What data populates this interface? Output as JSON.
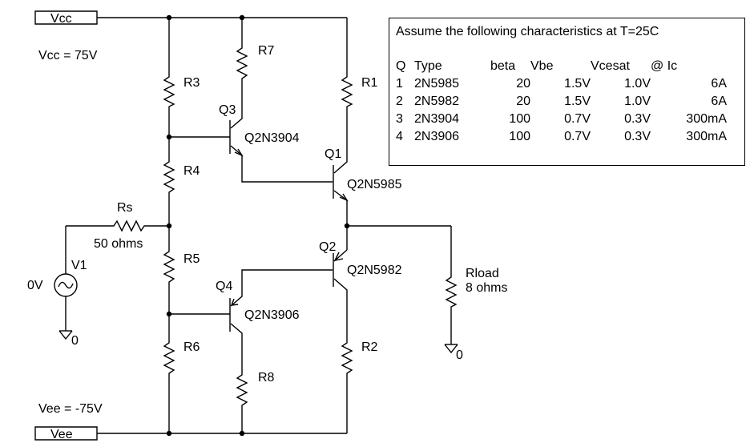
{
  "nets": {
    "vcc": "Vcc",
    "vee": "Vee",
    "gnd_source": "0",
    "gnd_load": "0"
  },
  "supply_labels": {
    "vcc": "Vcc = 75V",
    "vee": "Vee = -75V"
  },
  "resistors": {
    "r1": "R1",
    "r2": "R2",
    "r3": "R3",
    "r4": "R4",
    "r5": "R5",
    "r6": "R6",
    "r7": "R7",
    "r8": "R8",
    "rs": "Rs",
    "rs_value": "50 ohms",
    "rload": "Rload",
    "rload_value": "8 ohms"
  },
  "source": {
    "name": "V1",
    "value": "0V"
  },
  "transistors": {
    "q1": {
      "ref": "Q1",
      "part": "Q2N5985"
    },
    "q2": {
      "ref": "Q2",
      "part": "Q2N5982"
    },
    "q3": {
      "ref": "Q3",
      "part": "Q2N3904"
    },
    "q4": {
      "ref": "Q4",
      "part": "Q2N3906"
    }
  },
  "info": {
    "title": "Assume the following characteristics at T=25C",
    "headers": [
      "Q",
      "Type",
      "beta",
      "Vbe",
      "Vcesat",
      "@    Ic"
    ],
    "rows": [
      [
        "1",
        "2N5985",
        "20",
        "1.5V",
        "1.0V",
        "6A"
      ],
      [
        "2",
        "2N5982",
        "20",
        "1.5V",
        "1.0V",
        "6A"
      ],
      [
        "3",
        "2N3904",
        "100",
        "0.7V",
        "0.3V",
        "300mA"
      ],
      [
        "4",
        "2N3906",
        "100",
        "0.7V",
        "0.3V",
        "300mA"
      ]
    ]
  }
}
